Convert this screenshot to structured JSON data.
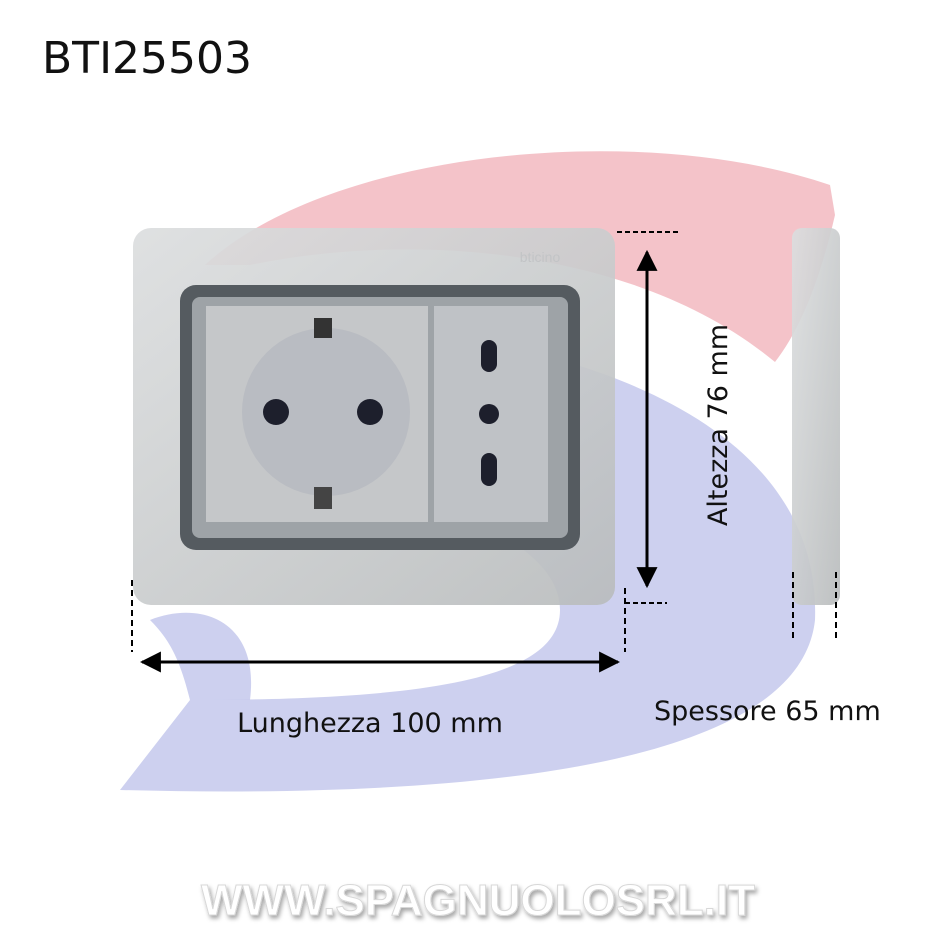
{
  "title": "BTI25503",
  "product_brand_mark": "bticino",
  "dimensions": {
    "height_label": "Altezza 76 mm",
    "length_label": "Lunghezza 100 mm",
    "thickness_label": "Spessore 65 mm"
  },
  "watermark": "WWW.SPAGNUOLOSRL.IT",
  "colors": {
    "logo_red": "#f2b8bf",
    "logo_blue": "#c4c8ec",
    "plate": "#c9cbcc",
    "dimension_lines": "#000000"
  }
}
